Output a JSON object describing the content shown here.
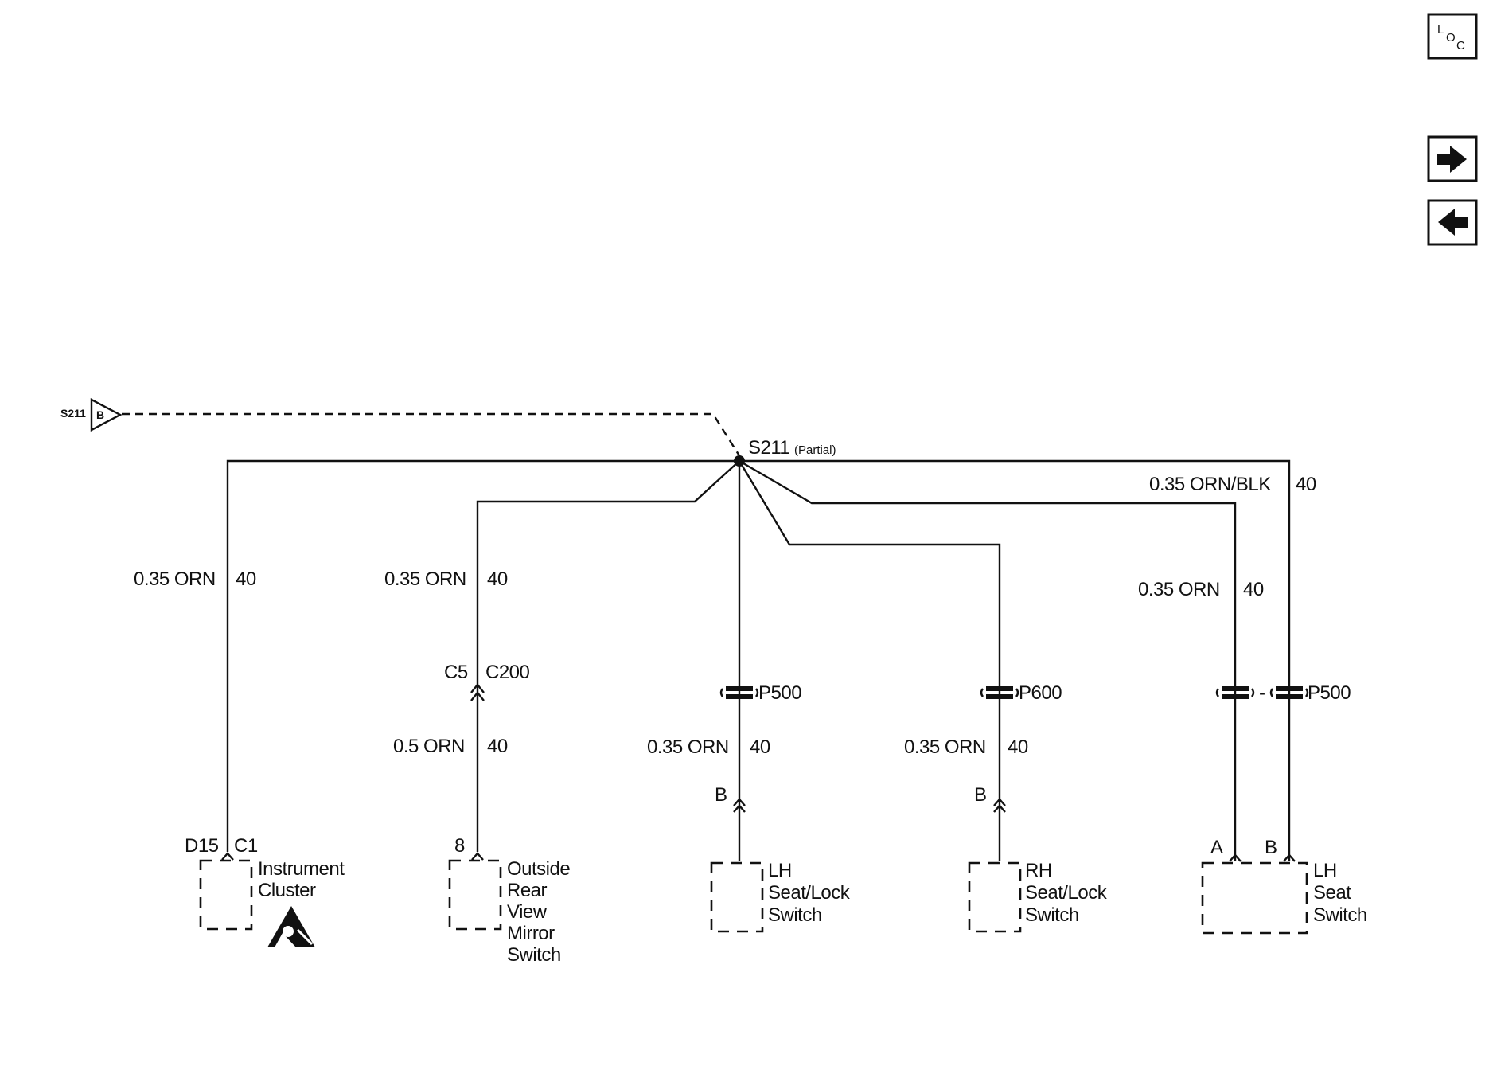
{
  "nav": {
    "loc_l": "L",
    "loc_o": "O",
    "loc_c": "C",
    "next_icon": "arrow-right-icon",
    "prev_icon": "arrow-left-icon"
  },
  "ref": {
    "splice": "S211",
    "page": "B"
  },
  "splice": {
    "name": "S211",
    "note": "(Partial)"
  },
  "wires": {
    "w1_color": "0.35 ORN",
    "w1_circuit": "40",
    "w2_color": "0.35 ORN",
    "w2_circuit": "40",
    "w2b_color": "0.5 ORN",
    "w2b_circuit": "40",
    "w3_color": "0.35 ORN",
    "w3_circuit": "40",
    "w4_color": "0.35 ORN",
    "w4_circuit": "40",
    "w5_color": "0.35 ORN",
    "w5_circuit": "40",
    "w6_color": "0.35 ORN/BLK",
    "w6_circuit": "40"
  },
  "connectors": {
    "c5": "C5",
    "c200": "C200",
    "p500_a": "P500",
    "p600": "P600",
    "p500_b": "P500",
    "dash": "-",
    "ic_pin": "D15",
    "ic_conn": "C1",
    "mirror_pin": "8",
    "lh_lock_pin": "B",
    "rh_lock_pin": "B",
    "seat_pin_a": "A",
    "seat_pin_b": "B"
  },
  "components": {
    "instrument_cluster": [
      "Instrument",
      "Cluster"
    ],
    "mirror_switch": [
      "Outside",
      "Rear",
      "View",
      "Mirror",
      "Switch"
    ],
    "lh_lock_switch": [
      "LH",
      "Seat/Lock",
      "Switch"
    ],
    "rh_lock_switch": [
      "RH",
      "Seat/Lock",
      "Switch"
    ],
    "lh_seat_switch": [
      "LH",
      "Seat",
      "Switch"
    ]
  },
  "icons": {
    "esd": "esd-warning-icon"
  }
}
